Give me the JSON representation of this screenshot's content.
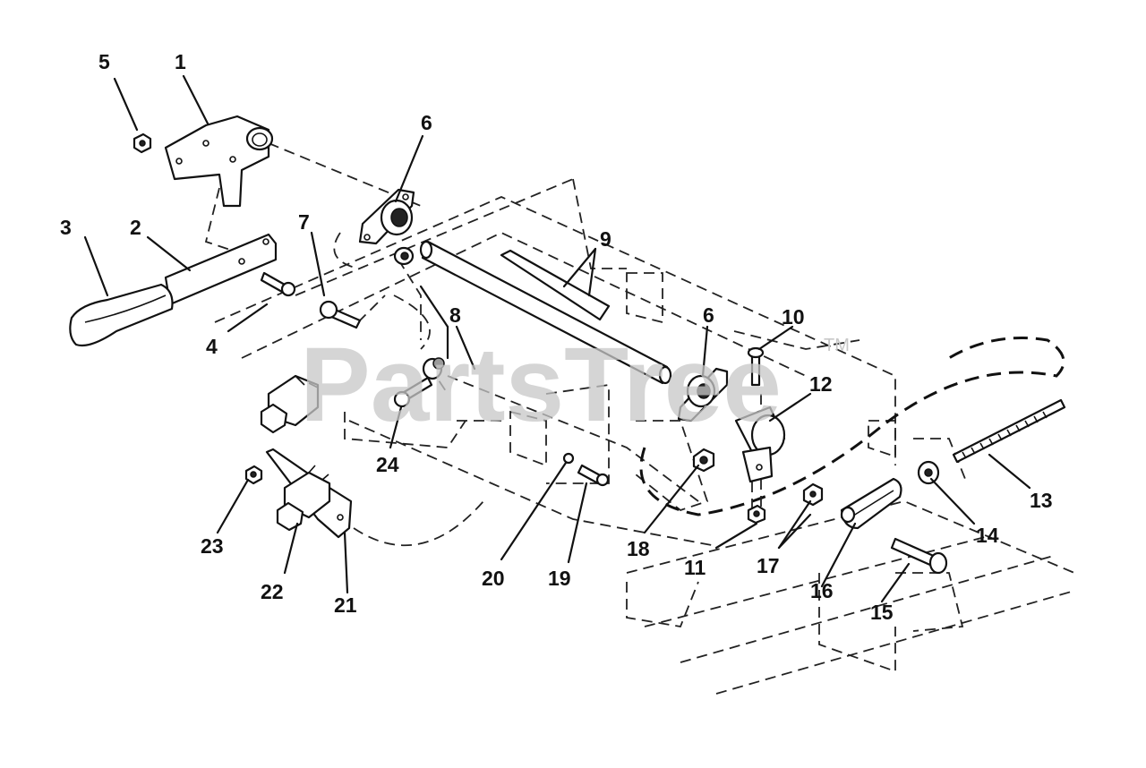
{
  "watermark": {
    "text": "PartsTree",
    "trademark": "TM"
  },
  "callouts": [
    {
      "num": "1"
    },
    {
      "num": "2"
    },
    {
      "num": "3"
    },
    {
      "num": "4"
    },
    {
      "num": "5"
    },
    {
      "num": "6"
    },
    {
      "num": "6"
    },
    {
      "num": "7"
    },
    {
      "num": "8"
    },
    {
      "num": "9"
    },
    {
      "num": "10"
    },
    {
      "num": "11"
    },
    {
      "num": "12"
    },
    {
      "num": "13"
    },
    {
      "num": "14"
    },
    {
      "num": "15"
    },
    {
      "num": "16"
    },
    {
      "num": "17"
    },
    {
      "num": "18"
    },
    {
      "num": "19"
    },
    {
      "num": "20"
    },
    {
      "num": "21"
    },
    {
      "num": "22"
    },
    {
      "num": "23"
    },
    {
      "num": "24"
    }
  ]
}
